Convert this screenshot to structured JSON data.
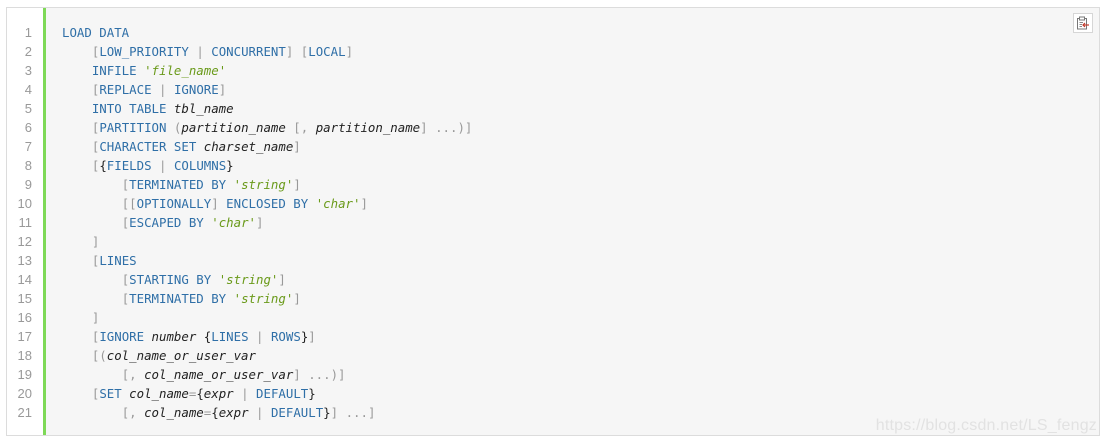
{
  "code_block": {
    "language": "sql",
    "copy_button": {
      "icon": "clipboard-copy-icon",
      "tooltip": ""
    },
    "accent_color": "#7ed957",
    "colors": {
      "keyword": "#2f6fa7",
      "punctuation": "#999999",
      "brace": "#222222",
      "identifier": "#222222",
      "string": "#6a9a1a",
      "line_number": "#999999",
      "background": "#f6f6f6"
    },
    "lines": [
      {
        "number": "1",
        "tokens": [
          [
            "kw",
            "LOAD DATA"
          ]
        ]
      },
      {
        "number": "2",
        "tokens": [
          [
            "sp",
            "    "
          ],
          [
            "p",
            "["
          ],
          [
            "kw",
            "LOW_PRIORITY"
          ],
          [
            "sp",
            " "
          ],
          [
            "p",
            "|"
          ],
          [
            "sp",
            " "
          ],
          [
            "kw",
            "CONCURRENT"
          ],
          [
            "p",
            "]"
          ],
          [
            "sp",
            " "
          ],
          [
            "p",
            "["
          ],
          [
            "kw",
            "LOCAL"
          ],
          [
            "p",
            "]"
          ]
        ]
      },
      {
        "number": "3",
        "tokens": [
          [
            "sp",
            "    "
          ],
          [
            "kw",
            "INFILE"
          ],
          [
            "sp",
            " "
          ],
          [
            "q",
            "'"
          ],
          [
            "str",
            "file_name"
          ],
          [
            "q",
            "'"
          ]
        ]
      },
      {
        "number": "4",
        "tokens": [
          [
            "sp",
            "    "
          ],
          [
            "p",
            "["
          ],
          [
            "kw",
            "REPLACE"
          ],
          [
            "sp",
            " "
          ],
          [
            "p",
            "|"
          ],
          [
            "sp",
            " "
          ],
          [
            "kw",
            "IGNORE"
          ],
          [
            "p",
            "]"
          ]
        ]
      },
      {
        "number": "5",
        "tokens": [
          [
            "sp",
            "    "
          ],
          [
            "kw",
            "INTO TABLE"
          ],
          [
            "sp",
            " "
          ],
          [
            "id",
            "tbl_name"
          ]
        ]
      },
      {
        "number": "6",
        "tokens": [
          [
            "sp",
            "    "
          ],
          [
            "p",
            "["
          ],
          [
            "kw",
            "PARTITION"
          ],
          [
            "sp",
            " "
          ],
          [
            "p",
            "("
          ],
          [
            "id",
            "partition_name"
          ],
          [
            "sp",
            " "
          ],
          [
            "p",
            "[, "
          ],
          [
            "id",
            "partition_name"
          ],
          [
            "p",
            "]"
          ],
          [
            "sp",
            " "
          ],
          [
            "p",
            "...)]"
          ]
        ]
      },
      {
        "number": "7",
        "tokens": [
          [
            "sp",
            "    "
          ],
          [
            "p",
            "["
          ],
          [
            "kw",
            "CHARACTER SET"
          ],
          [
            "sp",
            " "
          ],
          [
            "id",
            "charset_name"
          ],
          [
            "p",
            "]"
          ]
        ]
      },
      {
        "number": "8",
        "tokens": [
          [
            "sp",
            "    "
          ],
          [
            "p",
            "["
          ],
          [
            "br",
            "{"
          ],
          [
            "kw",
            "FIELDS"
          ],
          [
            "sp",
            " "
          ],
          [
            "p",
            "|"
          ],
          [
            "sp",
            " "
          ],
          [
            "kw",
            "COLUMNS"
          ],
          [
            "br",
            "}"
          ]
        ]
      },
      {
        "number": "9",
        "tokens": [
          [
            "sp",
            "        "
          ],
          [
            "p",
            "["
          ],
          [
            "kw",
            "TERMINATED BY"
          ],
          [
            "sp",
            " "
          ],
          [
            "q",
            "'"
          ],
          [
            "str",
            "string"
          ],
          [
            "q",
            "'"
          ],
          [
            "p",
            "]"
          ]
        ]
      },
      {
        "number": "10",
        "tokens": [
          [
            "sp",
            "        "
          ],
          [
            "p",
            "[["
          ],
          [
            "kw",
            "OPTIONALLY"
          ],
          [
            "p",
            "]"
          ],
          [
            "sp",
            " "
          ],
          [
            "kw",
            "ENCLOSED BY"
          ],
          [
            "sp",
            " "
          ],
          [
            "q",
            "'"
          ],
          [
            "str",
            "char"
          ],
          [
            "q",
            "'"
          ],
          [
            "p",
            "]"
          ]
        ]
      },
      {
        "number": "11",
        "tokens": [
          [
            "sp",
            "        "
          ],
          [
            "p",
            "["
          ],
          [
            "kw",
            "ESCAPED BY"
          ],
          [
            "sp",
            " "
          ],
          [
            "q",
            "'"
          ],
          [
            "str",
            "char"
          ],
          [
            "q",
            "'"
          ],
          [
            "p",
            "]"
          ]
        ]
      },
      {
        "number": "12",
        "tokens": [
          [
            "sp",
            "    "
          ],
          [
            "p",
            "]"
          ]
        ]
      },
      {
        "number": "13",
        "tokens": [
          [
            "sp",
            "    "
          ],
          [
            "p",
            "["
          ],
          [
            "kw",
            "LINES"
          ]
        ]
      },
      {
        "number": "14",
        "tokens": [
          [
            "sp",
            "        "
          ],
          [
            "p",
            "["
          ],
          [
            "kw",
            "STARTING BY"
          ],
          [
            "sp",
            " "
          ],
          [
            "q",
            "'"
          ],
          [
            "str",
            "string"
          ],
          [
            "q",
            "'"
          ],
          [
            "p",
            "]"
          ]
        ]
      },
      {
        "number": "15",
        "tokens": [
          [
            "sp",
            "        "
          ],
          [
            "p",
            "["
          ],
          [
            "kw",
            "TERMINATED BY"
          ],
          [
            "sp",
            " "
          ],
          [
            "q",
            "'"
          ],
          [
            "str",
            "string"
          ],
          [
            "q",
            "'"
          ],
          [
            "p",
            "]"
          ]
        ]
      },
      {
        "number": "16",
        "tokens": [
          [
            "sp",
            "    "
          ],
          [
            "p",
            "]"
          ]
        ]
      },
      {
        "number": "17",
        "tokens": [
          [
            "sp",
            "    "
          ],
          [
            "p",
            "["
          ],
          [
            "kw",
            "IGNORE"
          ],
          [
            "sp",
            " "
          ],
          [
            "id",
            "number"
          ],
          [
            "sp",
            " "
          ],
          [
            "br",
            "{"
          ],
          [
            "kw",
            "LINES"
          ],
          [
            "sp",
            " "
          ],
          [
            "p",
            "|"
          ],
          [
            "sp",
            " "
          ],
          [
            "kw",
            "ROWS"
          ],
          [
            "br",
            "}"
          ],
          [
            "p",
            "]"
          ]
        ]
      },
      {
        "number": "18",
        "tokens": [
          [
            "sp",
            "    "
          ],
          [
            "p",
            "[("
          ],
          [
            "id",
            "col_name_or_user_var"
          ]
        ]
      },
      {
        "number": "19",
        "tokens": [
          [
            "sp",
            "        "
          ],
          [
            "p",
            "[, "
          ],
          [
            "id",
            "col_name_or_user_var"
          ],
          [
            "p",
            "]"
          ],
          [
            "sp",
            " "
          ],
          [
            "p",
            "...)]"
          ]
        ]
      },
      {
        "number": "20",
        "tokens": [
          [
            "sp",
            "    "
          ],
          [
            "p",
            "["
          ],
          [
            "kw",
            "SET"
          ],
          [
            "sp",
            " "
          ],
          [
            "id",
            "col_name"
          ],
          [
            "p",
            "="
          ],
          [
            "br",
            "{"
          ],
          [
            "id",
            "expr"
          ],
          [
            "sp",
            " "
          ],
          [
            "p",
            "|"
          ],
          [
            "sp",
            " "
          ],
          [
            "kw",
            "DEFAULT"
          ],
          [
            "br",
            "}"
          ]
        ]
      },
      {
        "number": "21",
        "tokens": [
          [
            "sp",
            "        "
          ],
          [
            "p",
            "[, "
          ],
          [
            "id",
            "col_name"
          ],
          [
            "p",
            "="
          ],
          [
            "br",
            "{"
          ],
          [
            "id",
            "expr"
          ],
          [
            "sp",
            " "
          ],
          [
            "p",
            "|"
          ],
          [
            "sp",
            " "
          ],
          [
            "kw",
            "DEFAULT"
          ],
          [
            "br",
            "}"
          ],
          [
            "p",
            "]"
          ],
          [
            "sp",
            " "
          ],
          [
            "p",
            "...]"
          ]
        ]
      }
    ]
  },
  "watermark": {
    "text": "https://blog.csdn.net/LS_fengz"
  }
}
